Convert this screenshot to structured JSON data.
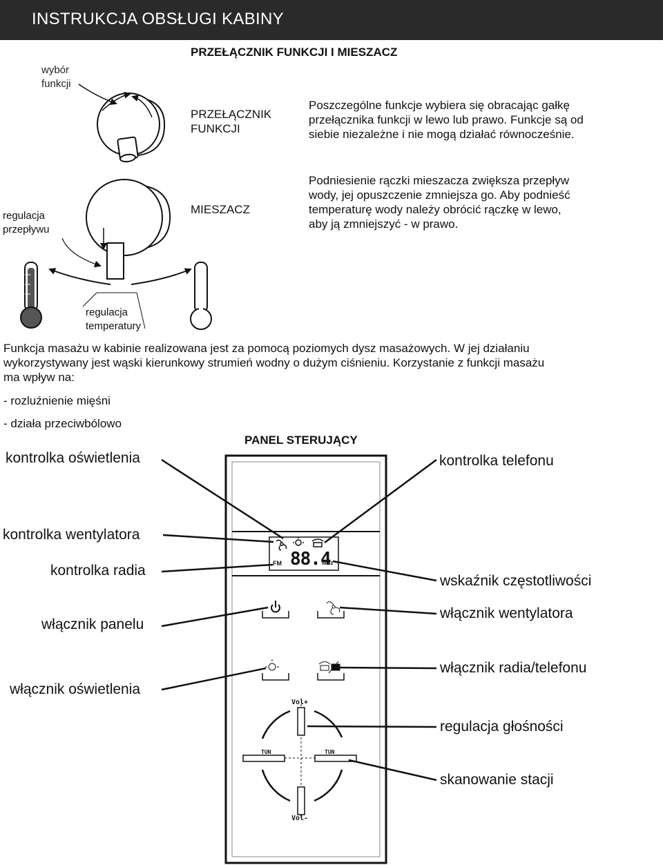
{
  "header": {
    "title": "INSTRUKCJA OBSŁUGI KABINY"
  },
  "switch_section": {
    "title": "PRZEŁĄCZNIK FUNKCJI I MIESZACZ",
    "label_function_select": [
      "wybór",
      "funkcji"
    ],
    "label_flow": [
      "regulacja",
      "przepływu"
    ],
    "label_temperature": [
      "regulacja",
      "temperatury"
    ],
    "switch_name": [
      "PRZEŁĄCZNIK",
      "FUNKCJI"
    ],
    "switch_desc": [
      "Poszczególne funkcje wybiera się obracając gałkę",
      "przełącznika funkcji w lewo lub prawo. Funkcje są od",
      "siebie niezależne i nie mogą działać równocześnie."
    ],
    "mixer_name": "MIESZACZ",
    "mixer_desc": [
      "Podniesienie rączki mieszacza zwiększa przepływ",
      "wody, jej opuszczenie zmniejsza go. Aby podnieść",
      "temperaturę wody należy obrócić   rączkę w lewo,",
      "aby ją zmniejszyć - w prawo."
    ]
  },
  "massage": {
    "paragraph": [
      "Funkcja masażu w kabinie realizowana jest za pomocą poziomych dysz masażowych.  W jej działaniu",
      "wykorzystywany jest wąski kierunkowy strumień wodny o dużym ciśnieniu. Korzystanie z funkcji masażu",
      "ma wpływ na:"
    ],
    "bullets": [
      "- rozluźnienie mięśni",
      "- działa przeciwbólowo"
    ]
  },
  "panel": {
    "title": "PANEL STERUJĄCY",
    "display_digits": "88.4",
    "display_fm": "FM",
    "display_mhz": "MHz",
    "vol_top": "Vol+",
    "vol_bottom": "Vol-",
    "tun_left": "TUN",
    "tun_right": "TUN",
    "callouts": {
      "light_indicator": "kontrolka oświetlenia",
      "phone_indicator": "kontrolka telefonu",
      "fan_indicator": "kontrolka wentylatora",
      "radio_indicator": "kontrolka radia",
      "frequency_indicator": "wskaźnik częstotliwości",
      "panel_switch": "włącznik panelu",
      "fan_switch": "włącznik wentylatora",
      "radio_phone_switch": "włącznik radia/telefonu",
      "light_switch": "włącznik oświetlenia",
      "volume": "regulacja głośności",
      "station_scan": "skanowanie stacji"
    }
  }
}
